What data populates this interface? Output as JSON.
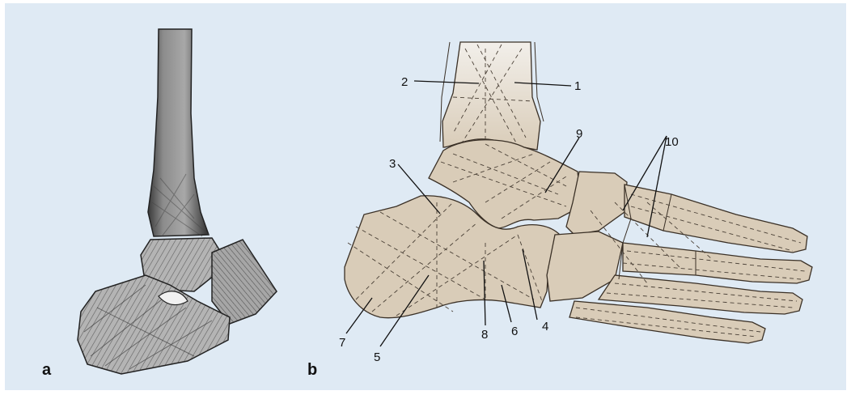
{
  "panel_letters": {
    "a": "a",
    "b": "b"
  },
  "labels": {
    "l1": "1",
    "l2": "2",
    "l3": "3",
    "l4": "4",
    "l5": "5",
    "l6": "6",
    "l7": "7",
    "l8": "8",
    "l9": "9",
    "l10": "10"
  },
  "colors": {
    "background": "#dfeaf4",
    "bone_fill": "#d9ccb8",
    "bone_stroke": "#3a3026",
    "xray_dark": "#2a2a2a"
  }
}
